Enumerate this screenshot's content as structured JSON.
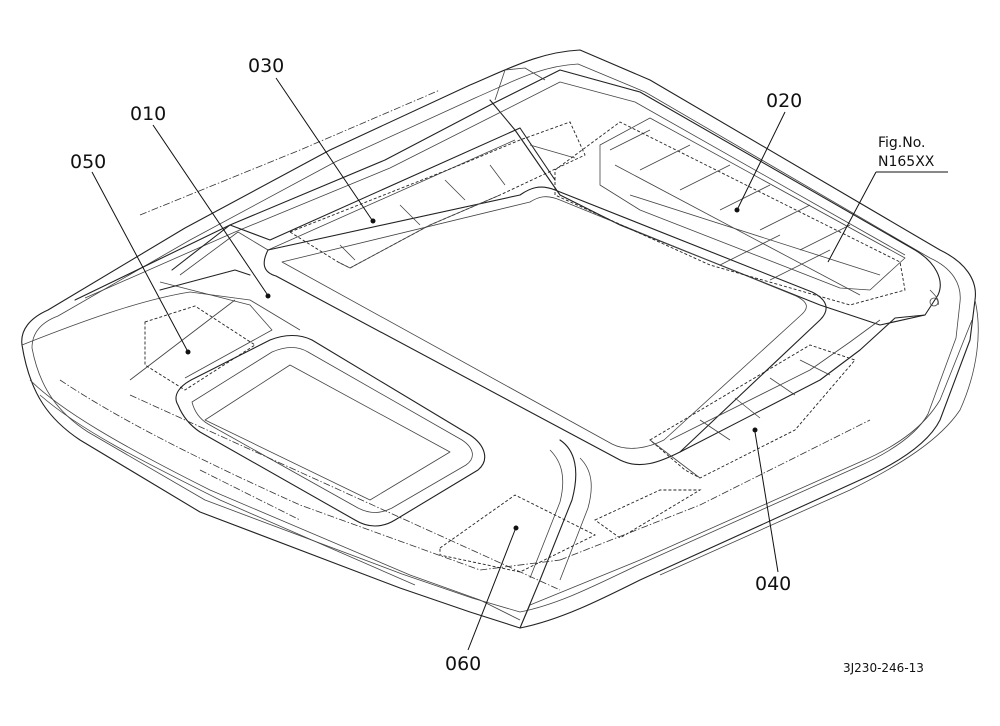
{
  "figure": {
    "fig_no_label": "Fig.No.",
    "fig_no_value": "N165XX",
    "drawing_code": "3J230-246-13"
  },
  "parts": [
    {
      "id": "010",
      "label": "010"
    },
    {
      "id": "020",
      "label": "020"
    },
    {
      "id": "030",
      "label": "030"
    },
    {
      "id": "040",
      "label": "040"
    },
    {
      "id": "050",
      "label": "050"
    },
    {
      "id": "060",
      "label": "060"
    }
  ]
}
